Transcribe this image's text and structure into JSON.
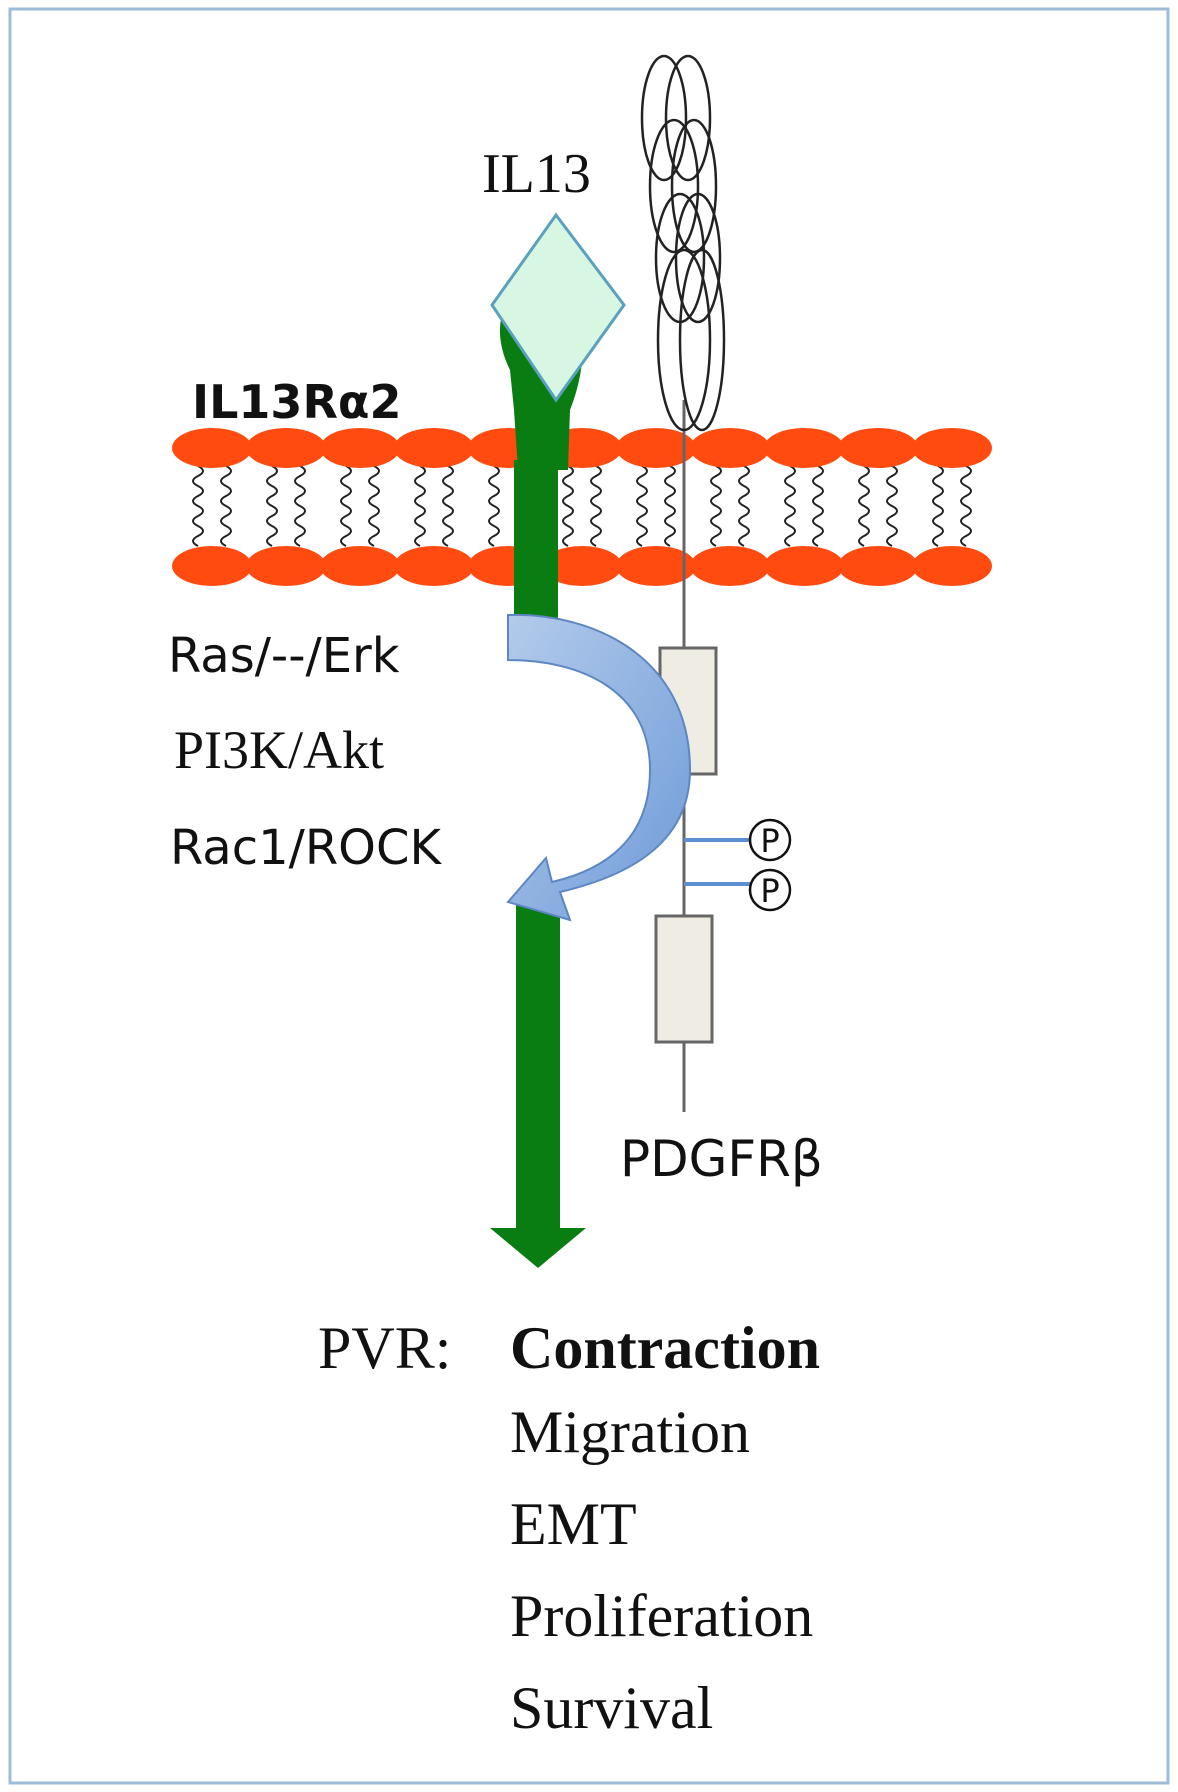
{
  "diagram": {
    "ligand_label": "IL13",
    "receptor_label": "IL13Rα2",
    "pathways": [
      "Ras/--/Erk",
      "PI3K/Akt",
      "Rac1/ROCK"
    ],
    "phospho_label": "P",
    "coreceptor_label": "PDGFRβ",
    "outcome_prefix": "PVR:",
    "outcome_main": "Contraction",
    "outcomes": [
      "Migration",
      "EMT",
      "Proliferation",
      "Survival"
    ]
  },
  "colors": {
    "frame": "#9dbcd8",
    "membrane_head": "#ff4a10",
    "receptor_green": "#0a7d12",
    "ligand_fill": "#d8f7e3",
    "ligand_stroke": "#5aa0bf",
    "signal_arrow": "#8fb4e3",
    "box_fill": "#efece4"
  }
}
